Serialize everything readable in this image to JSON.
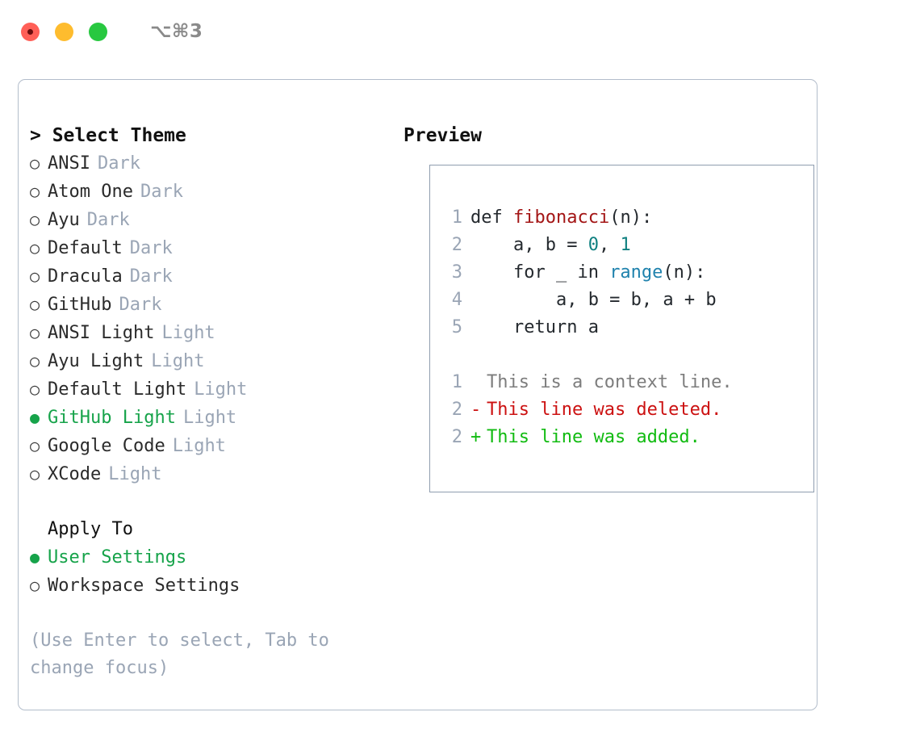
{
  "titlebar": {
    "shortcut": "⌥⌘3",
    "buttons": [
      {
        "name": "close",
        "color": "#ff5f57"
      },
      {
        "name": "minimize",
        "color": "#febc2e"
      },
      {
        "name": "zoom",
        "color": "#28c840"
      }
    ]
  },
  "colors": {
    "selected_green": "#16a34a",
    "muted": "#9aa5b5",
    "text": "#2b2b2b",
    "border": "#b3bdcb",
    "preview_border": "#8f9daf",
    "diff_added": "#11bb11",
    "diff_removed": "#cc1111",
    "diff_context": "#7d7d7d",
    "syntax_function": "#a31515",
    "syntax_number": "#0f8080",
    "syntax_builtin": "#1f82ad"
  },
  "theme_picker": {
    "heading": "> Select Theme",
    "bullet_unselected": "○",
    "bullet_selected": "●",
    "items": [
      {
        "name": "ANSI",
        "variant": "Dark",
        "selected": false
      },
      {
        "name": "Atom One",
        "variant": "Dark",
        "selected": false
      },
      {
        "name": "Ayu",
        "variant": "Dark",
        "selected": false
      },
      {
        "name": "Default",
        "variant": "Dark",
        "selected": false
      },
      {
        "name": "Dracula",
        "variant": "Dark",
        "selected": false
      },
      {
        "name": "GitHub",
        "variant": "Dark",
        "selected": false
      },
      {
        "name": "ANSI Light",
        "variant": "Light",
        "selected": false
      },
      {
        "name": "Ayu Light",
        "variant": "Light",
        "selected": false
      },
      {
        "name": "Default Light",
        "variant": "Light",
        "selected": false
      },
      {
        "name": "GitHub Light",
        "variant": "Light",
        "selected": true
      },
      {
        "name": "Google Code",
        "variant": "Light",
        "selected": false
      },
      {
        "name": "XCode",
        "variant": "Light",
        "selected": false
      }
    ]
  },
  "apply_to": {
    "heading": "Apply To",
    "options": [
      {
        "label": "User Settings",
        "selected": true
      },
      {
        "label": "Workspace Settings",
        "selected": false
      }
    ]
  },
  "hint": "(Use Enter to select, Tab to change focus)",
  "preview": {
    "heading": "Preview",
    "code_lines": [
      {
        "number": "1",
        "tokens": [
          {
            "text": "def ",
            "type": "plain"
          },
          {
            "text": "fibonacci",
            "type": "function"
          },
          {
            "text": "(n):",
            "type": "plain"
          }
        ]
      },
      {
        "number": "2",
        "tokens": [
          {
            "text": "    a, b = ",
            "type": "plain"
          },
          {
            "text": "0",
            "type": "number"
          },
          {
            "text": ", ",
            "type": "plain"
          },
          {
            "text": "1",
            "type": "number"
          }
        ]
      },
      {
        "number": "3",
        "tokens": [
          {
            "text": "    for _ in ",
            "type": "plain"
          },
          {
            "text": "range",
            "type": "builtin"
          },
          {
            "text": "(n):",
            "type": "plain"
          }
        ]
      },
      {
        "number": "4",
        "tokens": [
          {
            "text": "        a, b = b, a + b",
            "type": "plain"
          }
        ]
      },
      {
        "number": "5",
        "tokens": [
          {
            "text": "    return a",
            "type": "plain"
          }
        ]
      }
    ],
    "diff_lines": [
      {
        "number": "1",
        "marker": " ",
        "text": "This is a context line.",
        "kind": "context"
      },
      {
        "number": "2",
        "marker": "-",
        "text": "This line was deleted.",
        "kind": "removed"
      },
      {
        "number": "2",
        "marker": "+",
        "text": "This line was added.",
        "kind": "added"
      }
    ]
  }
}
